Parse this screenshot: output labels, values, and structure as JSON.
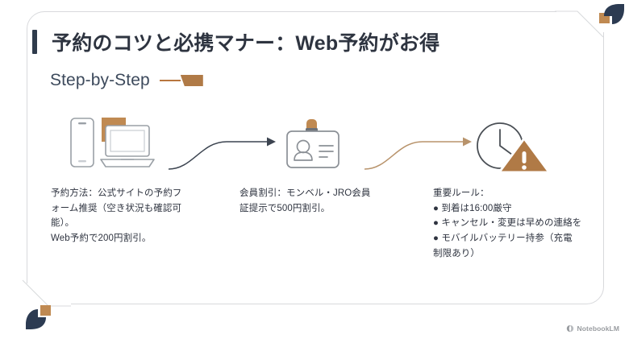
{
  "slide": {
    "title": "予約のコツと必携マナー：Web予約がお得",
    "section_label": "Step-by-Step",
    "accent_navy": "#2f3b4c",
    "accent_brown": "#b07a46",
    "frame_color": "#d8d9dc",
    "background": "#ffffff"
  },
  "steps": [
    {
      "icon": "phone-laptop-icon",
      "lines": [
        "予約方法：公式サイトの予約フ",
        "ォーム推奨（空き状況も確認可",
        "能）。",
        "Web予約で200円割引。"
      ]
    },
    {
      "icon": "id-card-icon",
      "lines": [
        "会員割引：モンベル・JRO会員",
        "証提示で500円割引。"
      ]
    },
    {
      "icon": "clock-warning-icon",
      "lines": [
        "重要ルール：",
        "● 到着は16:00厳守",
        "● キャンセル・変更は早めの連絡を",
        "● モバイルバッテリー持参（充電",
        "制限あり）"
      ]
    }
  ],
  "arrows": [
    {
      "name": "arrow-step1-to-step2",
      "color": "#3c4450"
    },
    {
      "name": "arrow-step2-to-step3",
      "color": "#b8936b"
    }
  ],
  "watermark": {
    "label": "NotebookLM",
    "icon": "notebooklm-icon"
  }
}
